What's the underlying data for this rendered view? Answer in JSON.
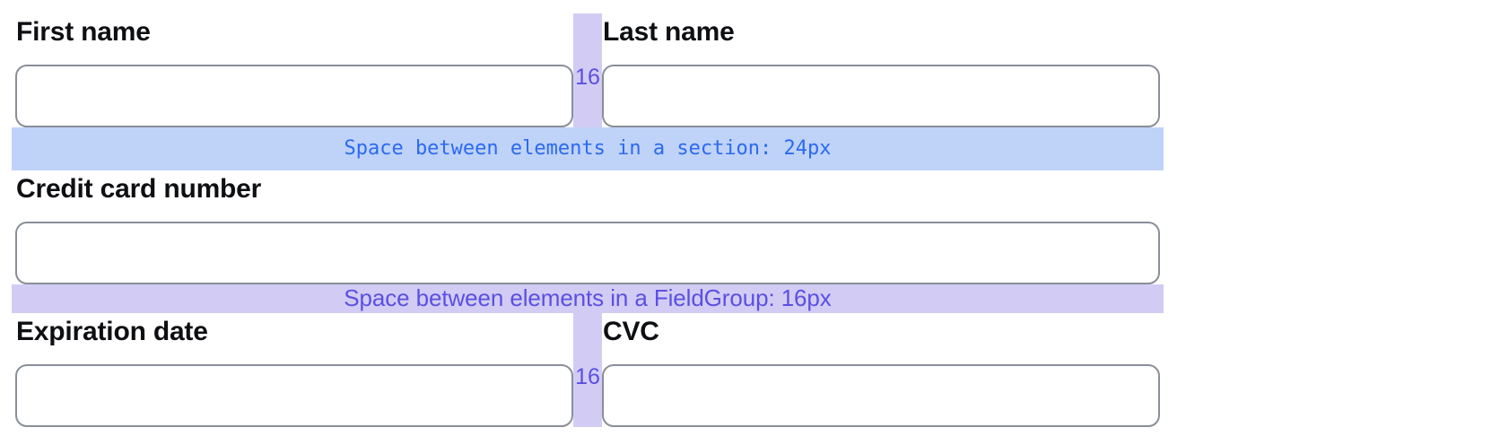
{
  "colors": {
    "label_text": "#0e0f12",
    "input_border": "#898e98",
    "gap_band_bg": "#d2ccf4",
    "gap_label_text": "#5b4fe3",
    "section_spacer_bg": "#bfd2f8",
    "section_spacer_text": "#2b6af1",
    "group_spacer_bg": "#d2ccf4",
    "group_spacer_text": "#5b4fe3"
  },
  "fields": {
    "first_name": {
      "label": "First name",
      "value": "",
      "placeholder": ""
    },
    "last_name": {
      "label": "Last name",
      "value": "",
      "placeholder": ""
    },
    "credit_card": {
      "label": "Credit card number",
      "value": "",
      "placeholder": ""
    },
    "expiration": {
      "label": "Expiration date",
      "value": "",
      "placeholder": ""
    },
    "cvc": {
      "label": "CVC",
      "value": "",
      "placeholder": ""
    }
  },
  "annotations": {
    "row1_gap": "16",
    "row3_gap": "16",
    "section_spacer": "Space between elements in a section: 24px",
    "group_spacer": "Space between elements in a FieldGroup: 16px"
  }
}
